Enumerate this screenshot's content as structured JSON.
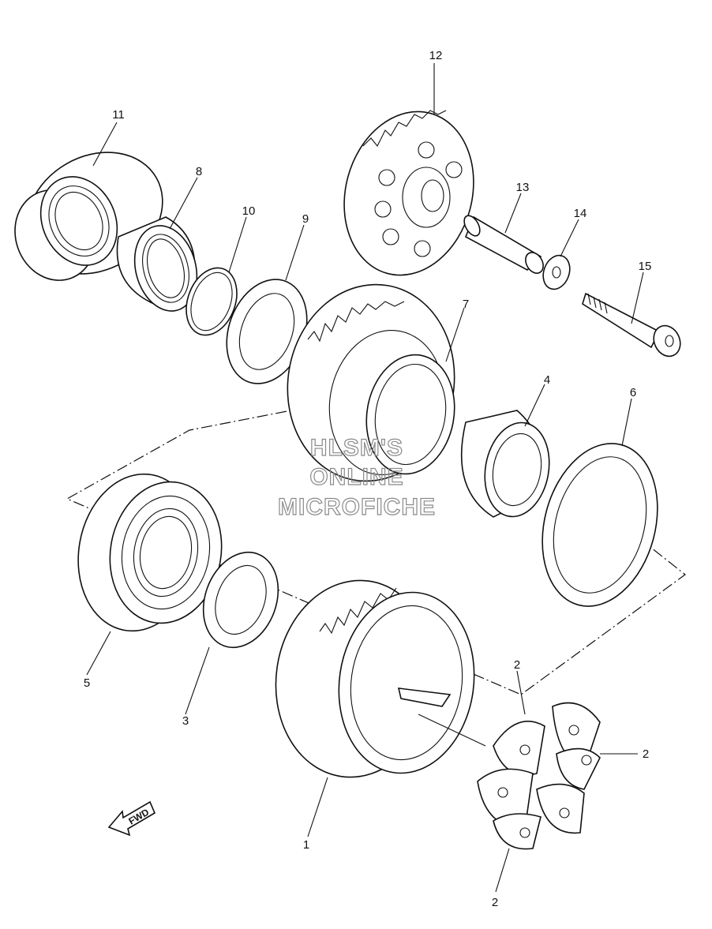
{
  "callouts": {
    "c1": "1",
    "c2a": "2",
    "c2b": "2",
    "c2c": "2",
    "c3": "3",
    "c4": "4",
    "c5": "5",
    "c6": "6",
    "c7": "7",
    "c8": "8",
    "c9": "9",
    "c10": "10",
    "c11": "11",
    "c12": "12",
    "c13": "13",
    "c14": "14",
    "c15": "15"
  },
  "watermark": {
    "line1": "HLSM'S",
    "line2": "ONLINE",
    "line3": "MICROFICHE"
  },
  "direction_arrow": {
    "label": "FWD"
  }
}
